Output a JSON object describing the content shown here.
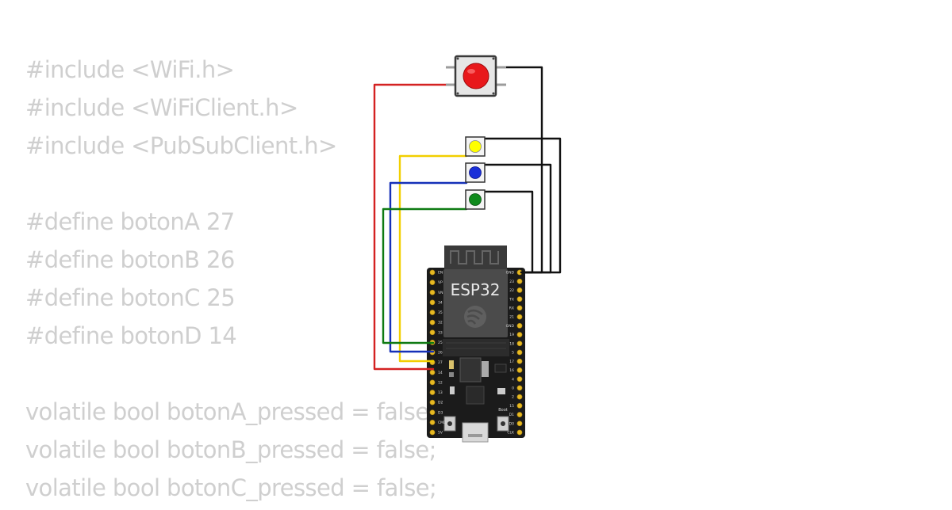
{
  "code_lines": [
    "#include <WiFi.h>",
    "#include <WiFiClient.h>",
    "#include <PubSubClient.h>",
    "",
    "#define botonA 27",
    "#define botonB 26",
    "#define botonC 25",
    "#define botonD 14",
    "",
    "volatile bool botonA_pressed = false;",
    "volatile bool botonB_pressed = false;",
    "volatile bool botonC_pressed = false;"
  ],
  "board": {
    "label": "ESP32",
    "boot_label": "Boot",
    "left_pins": [
      "EN",
      "VP",
      "VN",
      "34",
      "35",
      "32",
      "33",
      "25",
      "26",
      "27",
      "14",
      "12",
      "13",
      "D2",
      "D3",
      "CMD",
      "5V"
    ],
    "right_pins": [
      "GND",
      "23",
      "22",
      "TX",
      "RX",
      "21",
      "GND",
      "19",
      "18",
      "5",
      "17",
      "16",
      "4",
      "0",
      "2",
      "15",
      "D1",
      "D0",
      "CLK"
    ]
  },
  "components": [
    {
      "id": "pushbutton",
      "color": "#e8181b"
    },
    {
      "id": "button-yellow",
      "color": "#ffff00"
    },
    {
      "id": "button-blue",
      "color": "#1a2fd8"
    },
    {
      "id": "button-green",
      "color": "#0f8a1c"
    }
  ],
  "wire_colors": {
    "red": "#d42222",
    "yellow": "#f2cf00",
    "blue": "#1530b8",
    "green": "#0e7a12",
    "black": "#111111"
  }
}
